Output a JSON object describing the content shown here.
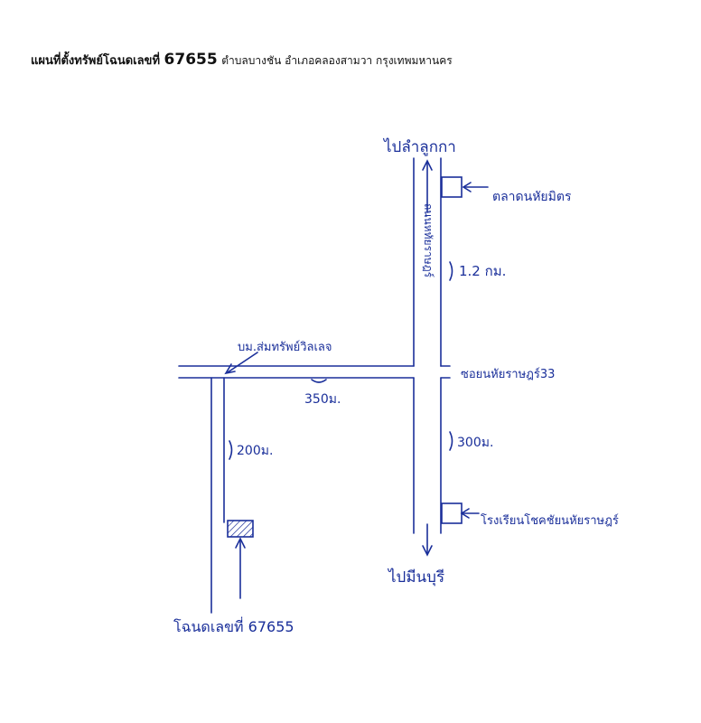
{
  "header": {
    "title_prefix": "แผนที่ตั้งทรัพย์โฉนดเลขที่",
    "deed_number": "67655",
    "location": "ตำบลบางชัน อำเภอคลองสามวา กรุงเทพมหานคร"
  },
  "map": {
    "ink_color": "#1a2f9a",
    "labels": {
      "to_top": "ไปลำลูกกา",
      "to_bottom": "ไปมีนบุรี",
      "market": "ตลาดนหัยมิตร",
      "main_road": "ถนนหทัยราษฎร์",
      "distance_top": "1.2 กม.",
      "village": "บม.ส่มทรัพย์วิลเลจ",
      "soi": "ซอยนหัยราษฎร์33",
      "distance_soi": "350ม.",
      "distance_right": "300ม.",
      "school": "โรงเรียนโชคชัยนหัยราษฎร์",
      "distance_left": "200ม.",
      "deed_label": "โฉนดเลขที่ 67655"
    }
  }
}
